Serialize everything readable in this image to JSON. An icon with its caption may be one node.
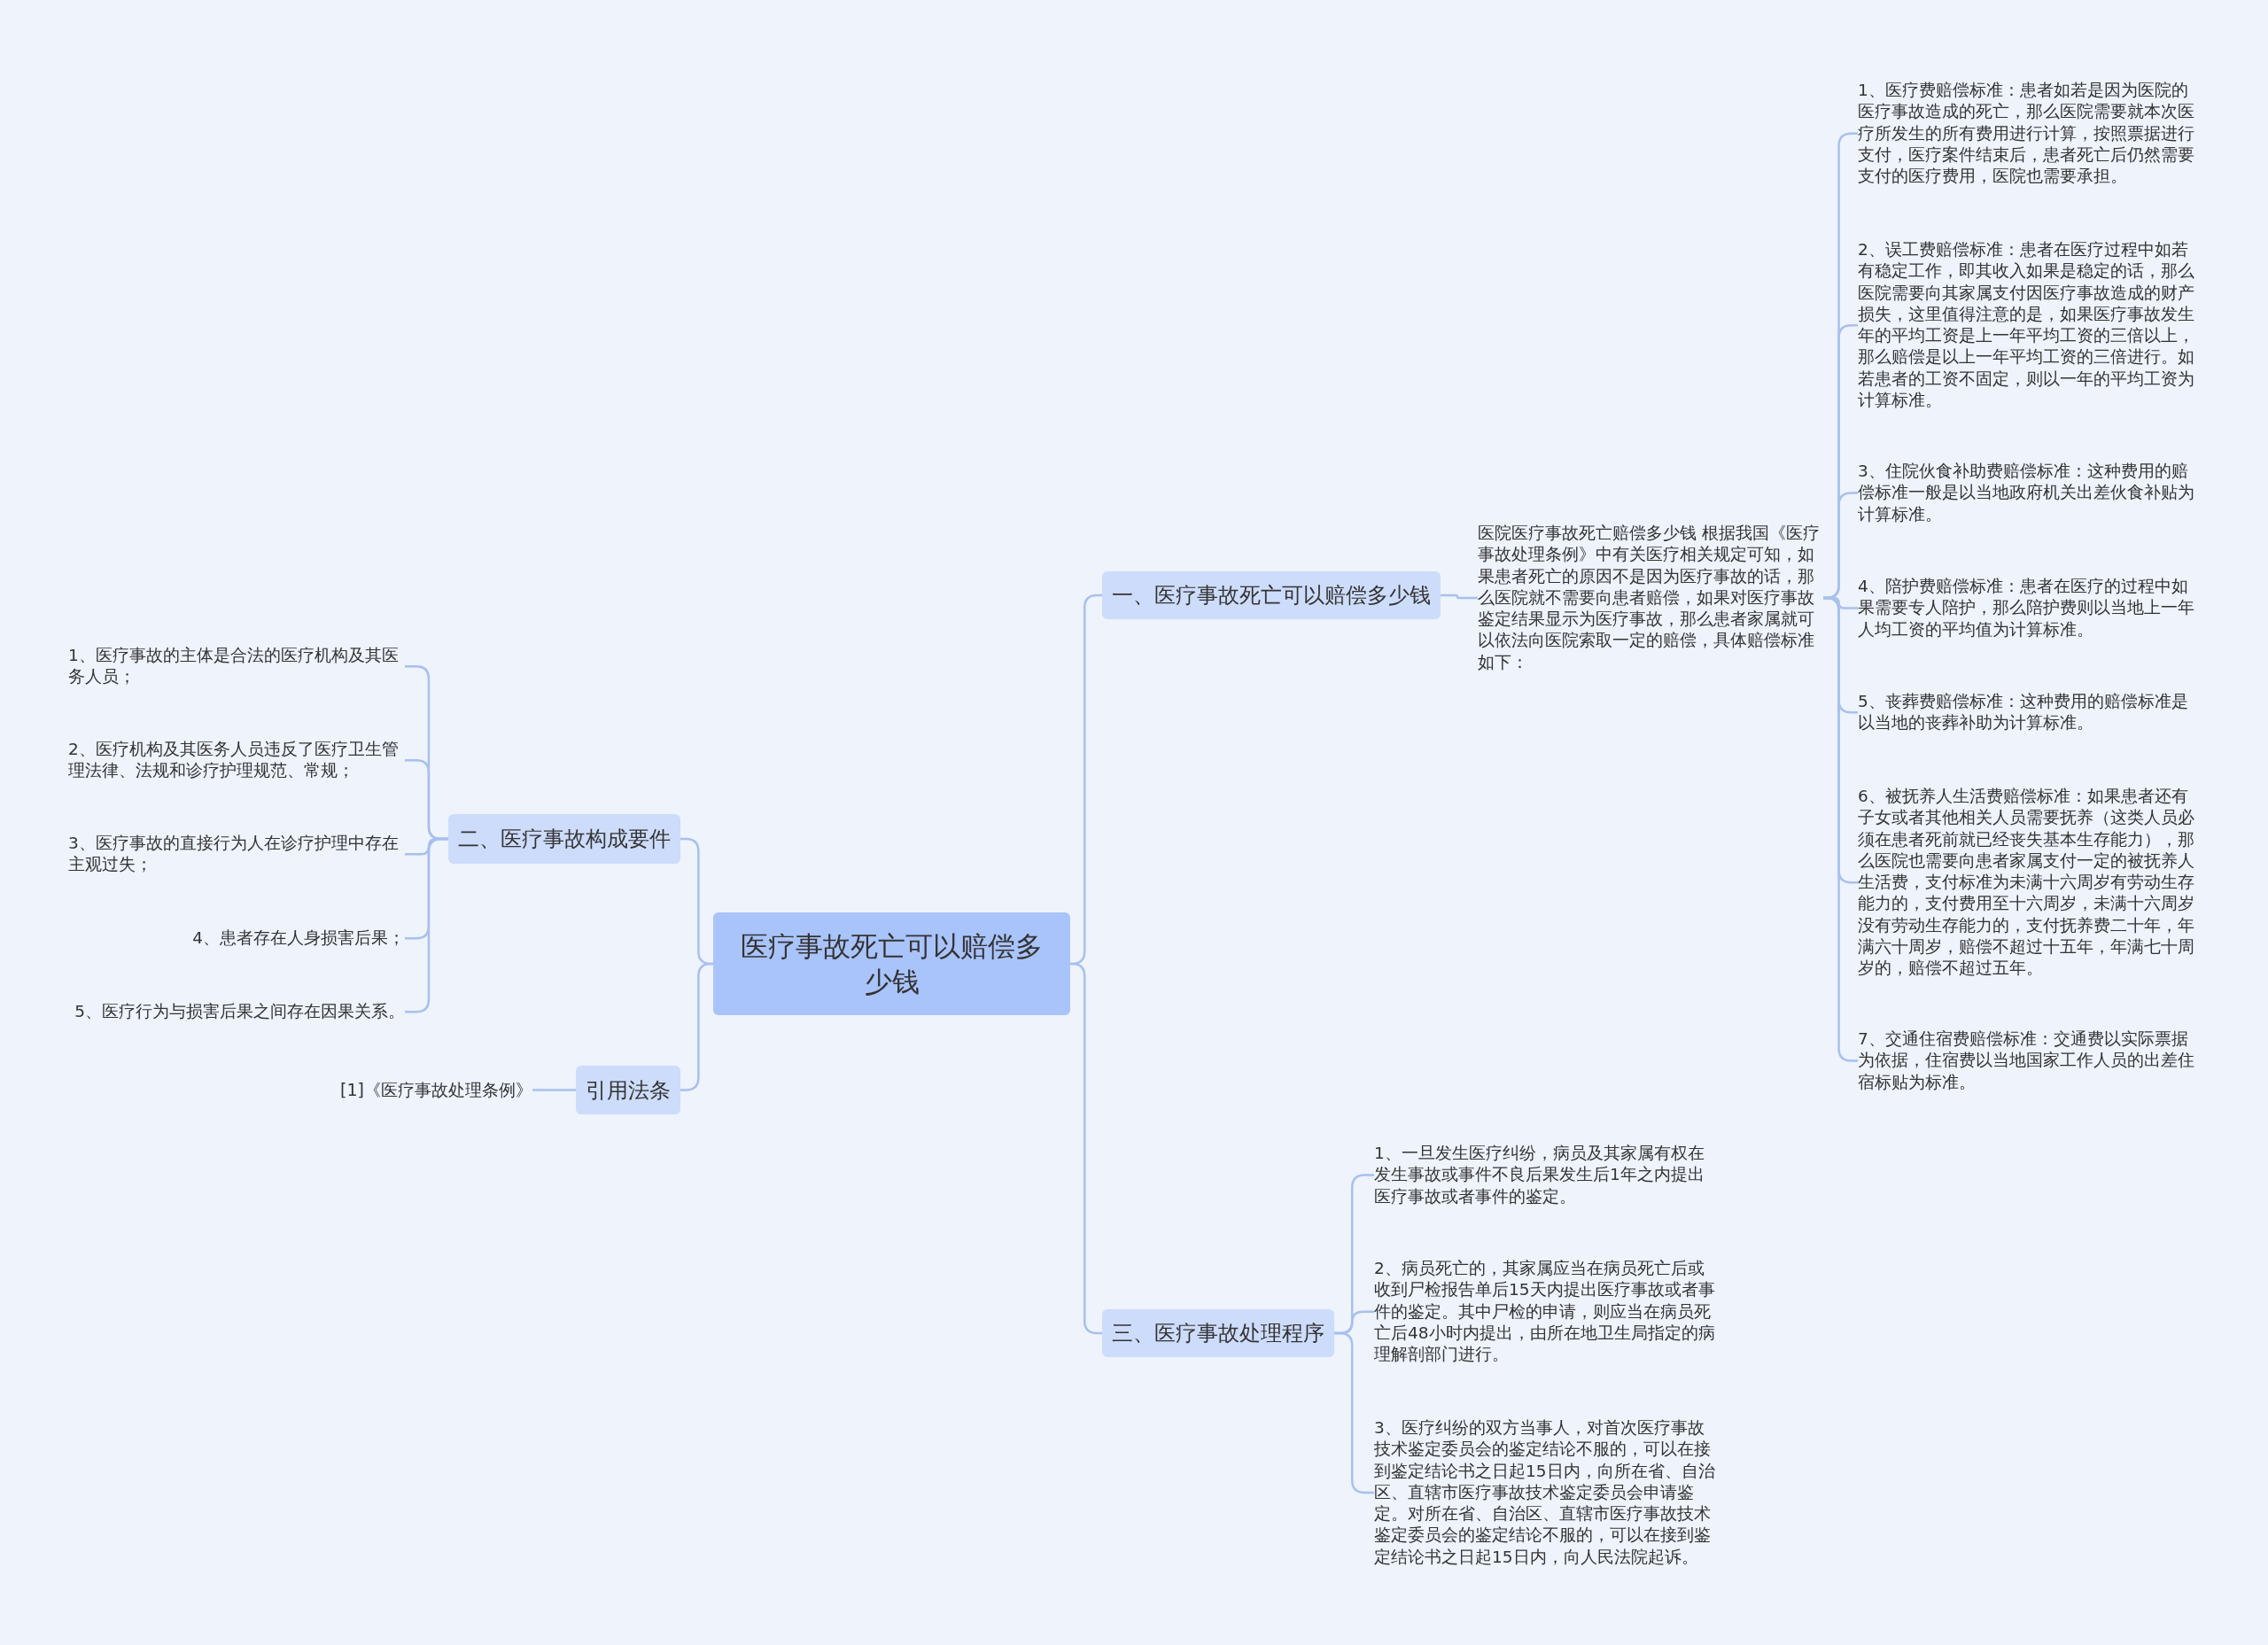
{
  "diagram": {
    "nodes": [
      {
        "text": [
          "医疗事故死亡可以赔偿多少钱"
        ]
      },
      {
        "text": [
          "一、医疗事故死亡可以赔偿多少钱"
        ]
      },
      {
        "text": [
          "医院医疗事故死亡赔偿多少钱 根据我国《医疗事故处理条例》中有关医疗相关规定可知，如果患者死亡的原因不是因为医疗事故的话，那么医院就不需要向患者赔偿，如果对医疗事故鉴定结果显示为医疗事故，那么患者家属就可以依法向医院索取一定的赔偿，具体赔偿标准如下："
        ]
      },
      {
        "text": [
          "1、医疗费赔偿标准：患者如若是因为医院的医疗事故造成的死亡，那么医院需要就本次医疗所发生的所有费用进行计算，按照票据进行支付，医疗案件结束后，患者死亡后仍然需要支付的医疗费用，医院也需要承担。"
        ]
      },
      {
        "text": [
          "2、误工费赔偿标准：患者在医疗过程中如若有稳定工作，即其收入如果是稳定的话，那么医院需要向其家属支付因医疗事故造成的财产损失，这里值得注意的是，如果医疗事故发生年的平均工资是上一年平均工资的三倍以上，那么赔偿是以上一年平均工资的三倍进行。如若患者的工资不固定，则以一年的平均工资为计算标准。"
        ]
      },
      {
        "text": [
          "3、住院伙食补助费赔偿标准：这种费用的赔偿标准一般是以当地政府机关出差伙食补贴为计算标准。"
        ]
      },
      {
        "text": [
          "4、陪护费赔偿标准：患者在医疗的过程中如果需要专人陪护，那么陪护费则以当地上一年人均工资的平均值为计算标准。"
        ]
      },
      {
        "text": [
          "5、丧葬费赔偿标准：这种费用的赔偿标准是以当地的丧葬补助为计算标准。"
        ]
      },
      {
        "text": [
          "6、被抚养人生活费赔偿标准：如果患者还有子女或者其他相关人员需要抚养（这类人员必须在患者死前就已经丧失基本生存能力），那么医院也需要向患者家属支付一定的被抚养人生活费，支付标准为未满十六周岁有劳动生存能力的，支付费用至十六周岁，未满十六周岁没有劳动生存能力的，支付抚养费二十年，年满六十周岁，赔偿不超过十五年，年满七十周岁的，赔偿不超过五年。"
        ]
      },
      {
        "text": [
          "7、交通住宿费赔偿标准：交通费以实际票据为依据，住宿费以当地国家工作人员的出差住宿标贴为标准。"
        ]
      },
      {
        "text": [
          "三、医疗事故处理程序"
        ]
      },
      {
        "text": [
          "1、一旦发生医疗纠纷，病员及其家属有权在发生事故或事件不良后果发生后1年之内提出医疗事故或者事件的鉴定。"
        ]
      },
      {
        "text": [
          "2、病员死亡的，其家属应当在病员死亡后或收到尸检报告单后15天内提出医疗事故或者事件的鉴定。其中尸检的申请，则应当在病员死亡后48小时内提出，由所在地卫生局指定的病理解剖部门进行。"
        ]
      },
      {
        "text": [
          "3、医疗纠纷的双方当事人，对首次医疗事故技术鉴定委员会的鉴定结论不服的，可以在接到鉴定结论书之日起15日内，向所在省、自治区、直辖市医疗事故技术鉴定委员会申请鉴定。对所在省、自治区、直辖市医疗事故技术鉴定委员会的鉴定结论不服的，可以在接到鉴定结论书之日起15日内，向人民法院起诉。"
        ]
      },
      {
        "text": [
          "二、医疗事故构成要件"
        ]
      },
      {
        "text": [
          "1、医疗事故的主体是合法的医疗机构及其医务人员；"
        ]
      },
      {
        "text": [
          "2、医疗机构及其医务人员违反了医疗卫生管理法律、法规和诊疗护理规范、常规；"
        ]
      },
      {
        "text": [
          "3、医疗事故的直接行为人在诊疗护理中存在主观过失；"
        ]
      },
      {
        "text": [
          "4、患者存在人身损害后果；"
        ]
      },
      {
        "text": [
          "5、医疗行为与损害后果之间存在因果关系。"
        ]
      },
      {
        "text": [
          "引用法条"
        ]
      },
      {
        "text": [
          "[1]《医疗事故处理条例》"
        ]
      }
    ],
    "edges": [
      {
        "from": 0,
        "to": 1,
        "arrow": "none"
      },
      {
        "from": 1,
        "to": 2,
        "arrow": "none"
      },
      {
        "from": 2,
        "to": 3,
        "arrow": "none"
      },
      {
        "from": 2,
        "to": 4,
        "arrow": "none"
      },
      {
        "from": 2,
        "to": 5,
        "arrow": "none"
      },
      {
        "from": 2,
        "to": 6,
        "arrow": "none"
      },
      {
        "from": 2,
        "to": 7,
        "arrow": "none"
      },
      {
        "from": 2,
        "to": 8,
        "arrow": "none"
      },
      {
        "from": 2,
        "to": 9,
        "arrow": "none"
      },
      {
        "from": 0,
        "to": 10,
        "arrow": "none"
      },
      {
        "from": 10,
        "to": 11,
        "arrow": "none"
      },
      {
        "from": 10,
        "to": 12,
        "arrow": "none"
      },
      {
        "from": 10,
        "to": 13,
        "arrow": "none"
      },
      {
        "from": 0,
        "to": 14,
        "arrow": "none"
      },
      {
        "from": 14,
        "to": 15,
        "arrow": "none"
      },
      {
        "from": 14,
        "to": 16,
        "arrow": "none"
      },
      {
        "from": 14,
        "to": 17,
        "arrow": "none"
      },
      {
        "from": 14,
        "to": 18,
        "arrow": "none"
      },
      {
        "from": 14,
        "to": 19,
        "arrow": "none"
      },
      {
        "from": 0,
        "to": 20,
        "arrow": "none"
      },
      {
        "from": 20,
        "to": 21,
        "arrow": "none"
      }
    ]
  }
}
